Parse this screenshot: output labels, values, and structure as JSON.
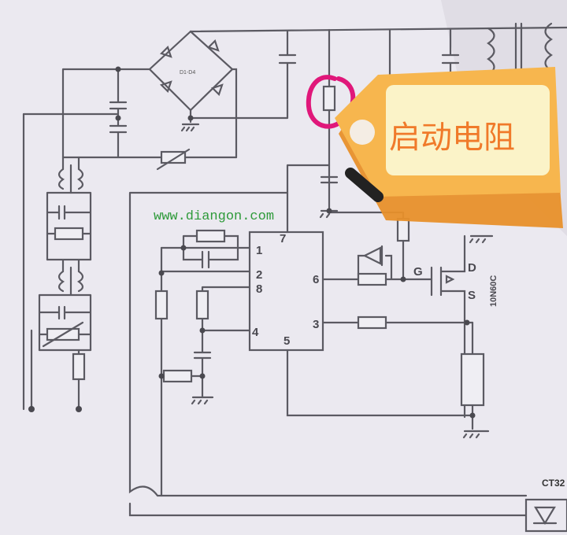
{
  "tag": {
    "label": "启动电阻",
    "highlight_color": "#e0177a",
    "tag_color": "#f5a33a"
  },
  "watermark": "www.diangon.com",
  "bridge_label": "D1-D4",
  "ic_pins": {
    "p1": "1",
    "p2": "2",
    "p3": "3",
    "p4": "4",
    "p5": "5",
    "p6": "6",
    "p7": "7",
    "p8": "8"
  },
  "mosfet": {
    "gate": "G",
    "drain": "D",
    "source": "S",
    "part": "10N60C"
  },
  "optocoupler_label": "CT32"
}
